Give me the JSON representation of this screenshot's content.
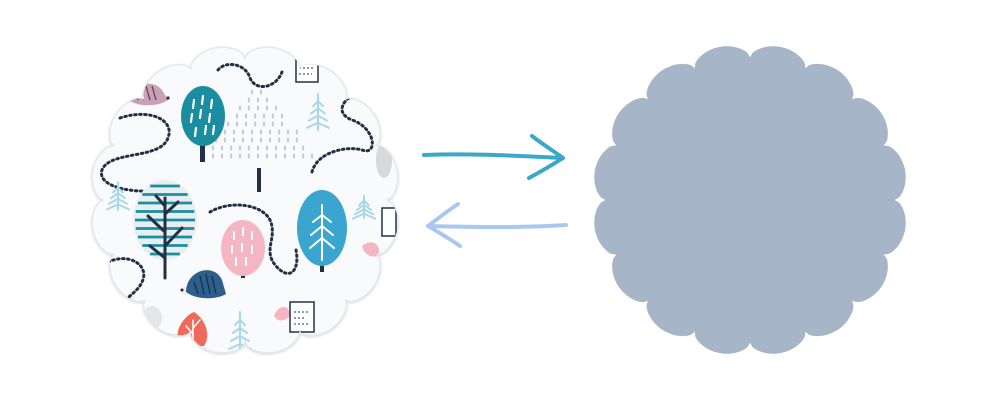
{
  "colors": {
    "background": "#ffffff",
    "mat_front": "#f9fafc",
    "mat_front_edge": "#e6e8ee",
    "mat_back": "#a6b6c8",
    "arrow_forward": "#3aa8c6",
    "arrow_back": "#a9c8ee",
    "teal": "#1a8ea0",
    "sky_blue": "#3aa6d0",
    "pink": "#f4b6c2",
    "coral": "#ee6a5a",
    "navy": "#223046",
    "light_blue": "#a8d8e8",
    "grey": "#c9ccd2"
  },
  "illustration": {
    "front_side": "woodland-pattern",
    "back_side": "solid-grey-blue",
    "motifs": [
      "tree-icon",
      "hedgehog-icon",
      "dotted-path",
      "fern-icon",
      "bush-icon",
      "note-card-icon"
    ]
  }
}
